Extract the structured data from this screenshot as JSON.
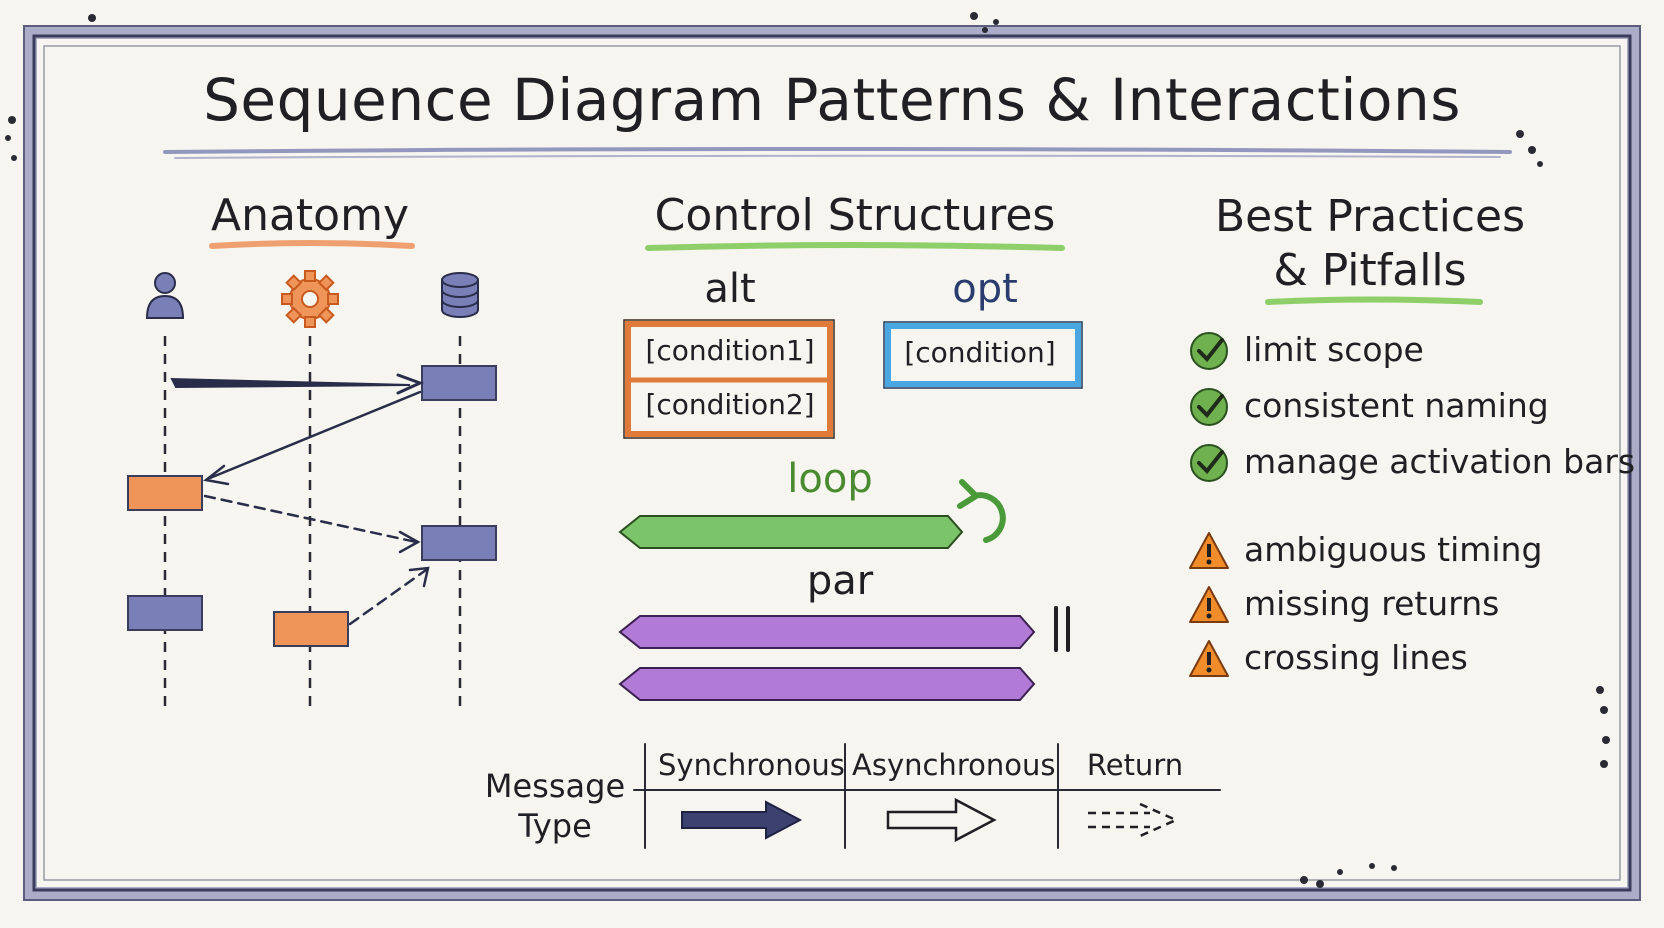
{
  "title": "Sequence Diagram Patterns & Interactions",
  "sections": {
    "anatomy": "Anatomy",
    "control": "Control Structures",
    "best_line1": "Best Practices",
    "best_line2": "& Pitfalls"
  },
  "anatomy": {
    "participants": [
      "user-icon",
      "gear-icon",
      "database-icon"
    ]
  },
  "control": {
    "alt": "alt",
    "alt_conditions": [
      "[condition1]",
      "[condition2]"
    ],
    "opt": "opt",
    "opt_condition": "[condition]",
    "loop": "loop",
    "par": "par"
  },
  "best_practices": [
    {
      "icon": "check-icon",
      "text": "limit scope"
    },
    {
      "icon": "check-icon",
      "text": "consistent naming"
    },
    {
      "icon": "check-icon",
      "text": "manage activation bars"
    }
  ],
  "pitfalls": [
    {
      "icon": "warning-icon",
      "text": "ambiguous timing"
    },
    {
      "icon": "warning-icon",
      "text": "missing returns"
    },
    {
      "icon": "warning-icon",
      "text": "crossing lines"
    }
  ],
  "legend": {
    "label_line1": "Message",
    "label_line2": "Type",
    "columns": [
      "Synchronous",
      "Asynchronous",
      "Return"
    ]
  },
  "colors": {
    "frame": "#6b6fa8",
    "activation_blue": "#7a7fb8",
    "activation_orange": "#f0955a",
    "alt_border": "#e07a3a",
    "opt_border": "#4aa6e0",
    "loop_green": "#7cc46a",
    "par_purple": "#b07ad6",
    "check_green": "#6fb14f",
    "warning_orange": "#f08c2a",
    "underline_orange": "#f0a070",
    "underline_green": "#8fcf6a"
  }
}
